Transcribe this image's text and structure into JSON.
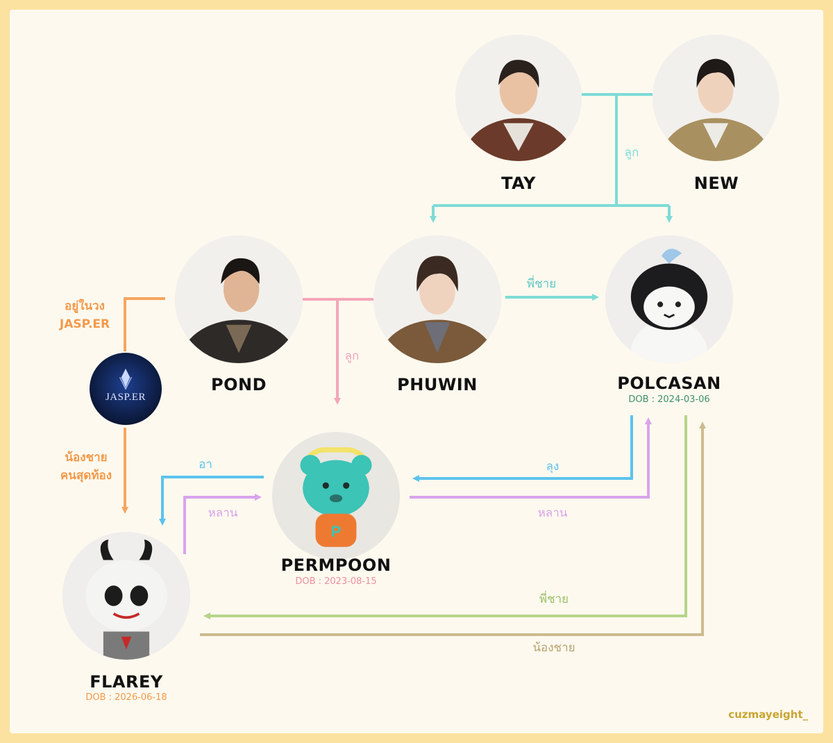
{
  "people": {
    "tay": {
      "name": "TAY"
    },
    "new": {
      "name": "NEW"
    },
    "pond": {
      "name": "POND"
    },
    "phuwin": {
      "name": "PHUWIN"
    },
    "polcasan": {
      "name": "POLCASAN",
      "dob": "DOB : 2024-03-06"
    },
    "permpoon": {
      "name": "PERMPOON",
      "dob": "DOB : 2023-08-15"
    },
    "flarey": {
      "name": "FLAREY",
      "dob": "DOB : 2026-06-18"
    }
  },
  "group_logo": {
    "text": "JASP.ER"
  },
  "relations": {
    "tay_new_child": "ลูก",
    "pond_phuwin_child": "ลูก",
    "phuwin_polcasan": "พี่ชาย",
    "pond_group_line1": "อยู่ในวง",
    "pond_group_line2": "JASP.ER",
    "group_flarey_line1": "น้องชาย",
    "group_flarey_line2": "คนสุดท้อง",
    "permpoon_flarey": "อา",
    "flarey_permpoon": "หลาน",
    "polcasan_permpoon": "ลุง",
    "permpoon_polcasan": "หลาน",
    "polcasan_flarey": "พี่ชาย",
    "flarey_polcasan": "น้องชาย"
  },
  "credit": "cuzmayeight_",
  "colors": {
    "background": "#fdf9ef",
    "border": "#fbe2a0",
    "teal": "#7edbd6",
    "pink": "#f4a6b8",
    "orange": "#f7a55e",
    "blue": "#5cc3ec",
    "violet": "#d9a3ec",
    "green": "#b6d48a",
    "tan": "#cdbb8e",
    "polcasan_dob": "#3f8f6a",
    "permpoon_dob": "#ee8fa3",
    "flarey_dob": "#f39a4a"
  },
  "icons": {
    "tay": "portrait-photo",
    "new": "portrait-photo",
    "pond": "portrait-photo",
    "phuwin": "portrait-photo",
    "polcasan": "orca-plush-photo",
    "permpoon": "bear-plush-photo",
    "flarey": "dragon-plush-photo",
    "jasper": "group-logo"
  }
}
